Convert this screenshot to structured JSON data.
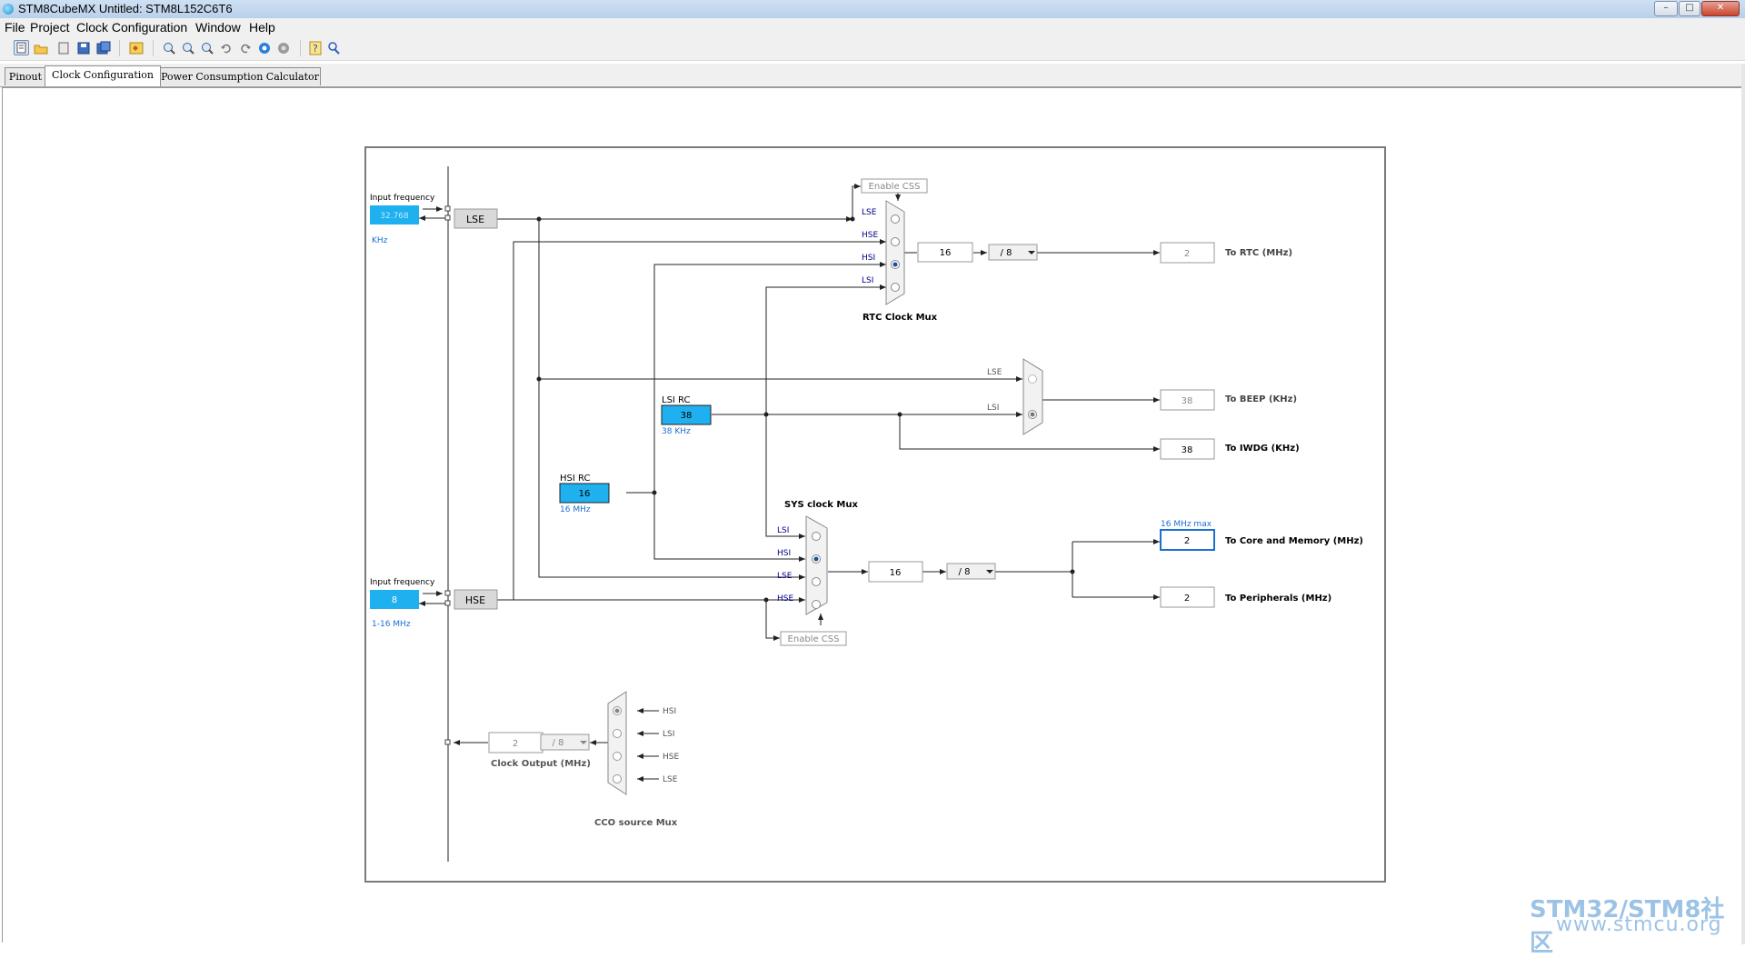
{
  "window": {
    "title": "STM8CubeMX Untitled: STM8L152C6T6",
    "minimize": "–",
    "maximize": "□",
    "close": "✕"
  },
  "menu": [
    "File",
    "Project",
    "Clock Configuration",
    "Window",
    "Help"
  ],
  "toolbar_icons": [
    "new-project-icon",
    "open-icon",
    "open-recent-icon",
    "save-icon",
    "save-as-icon",
    "generate-code-icon",
    "zoom-in-icon",
    "zoom-out-icon",
    "zoom-fit-icon",
    "undo-icon",
    "redo-icon",
    "reset-icon",
    "refresh-icon",
    "help-icon",
    "about-icon"
  ],
  "tabs": [
    "Pinout",
    "Clock Configuration",
    "Power Consumption Calculator"
  ],
  "diagram": {
    "lse_in": {
      "label": "Input frequency",
      "value": "32.768",
      "unit": "KHz",
      "source": "LSE"
    },
    "hse_in": {
      "label": "Input frequency",
      "value": "8",
      "range": "1-16 MHz",
      "source": "HSE"
    },
    "lsi_rc": {
      "label": "LSI RC",
      "value": "38",
      "unit": "38 KHz"
    },
    "hsi_rc": {
      "label": "HSI RC",
      "value": "16",
      "unit": "16 MHz"
    },
    "rtc_mux": {
      "title": "RTC Clock Mux",
      "inputs": [
        "LSE",
        "HSE",
        "HSI",
        "LSI"
      ],
      "selected": "HSI",
      "enable_css": "Enable CSS",
      "value": "16",
      "prescaler": "/ 8",
      "output_value": "2",
      "output_label": "To RTC (MHz)"
    },
    "beep_mux": {
      "inputs": [
        "LSE",
        "LSI"
      ],
      "selected": "LSI",
      "beep_value": "38",
      "beep_label": "To BEEP (KHz)",
      "iwdg_value": "38",
      "iwdg_label": "To IWDG (KHz)"
    },
    "sys_mux": {
      "title": "SYS clock Mux",
      "inputs": [
        "LSI",
        "HSI",
        "LSE",
        "HSE"
      ],
      "selected": "HSI",
      "enable_css": "Enable CSS",
      "value": "16",
      "prescaler": "/ 8",
      "core_max": "16 MHz max",
      "core_value": "2",
      "core_label": "To Core and Memory (MHz)",
      "periph_value": "2",
      "periph_label": "To Peripherals (MHz)"
    },
    "cco_mux": {
      "title": "CCO source Mux",
      "inputs": [
        "HSI",
        "LSI",
        "HSE",
        "LSE"
      ],
      "selected": "HSI",
      "value": "2",
      "prescaler": "/ 8",
      "label": "Clock Output (MHz)"
    }
  },
  "watermark": {
    "line1": "STM32/STM8社区",
    "line2": "www.stmcu.org"
  },
  "colors": {
    "accent": "#1fb0ef",
    "link_text": "#1b6fd2",
    "dark_blue": "#00008b"
  }
}
